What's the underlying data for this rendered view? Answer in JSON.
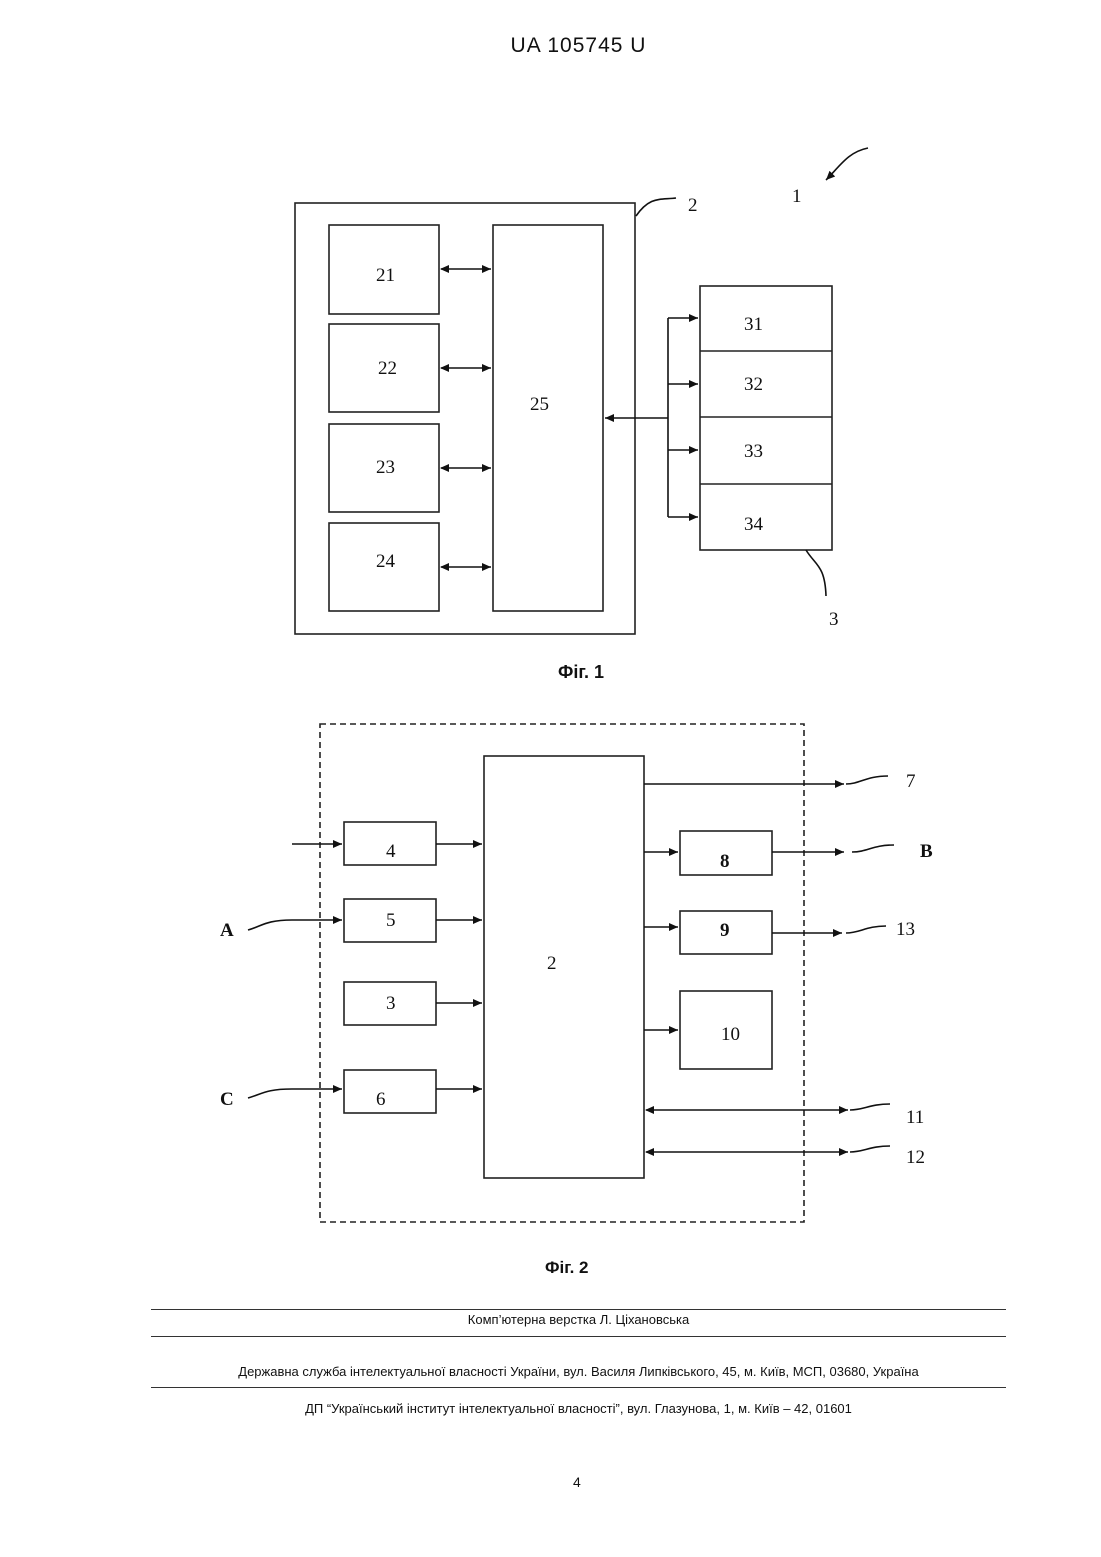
{
  "header": {
    "patent_number": "UA   105745   U"
  },
  "figure1": {
    "caption": "Фіг. 1",
    "labels": {
      "system": "1",
      "unit_2": "2",
      "unit_3": "3",
      "b21": "21",
      "b22": "22",
      "b23": "23",
      "b24": "24",
      "b25": "25",
      "b31": "31",
      "b32": "32",
      "b33": "33",
      "b34": "34"
    }
  },
  "figure2": {
    "caption": "Фіг. 2",
    "labels": {
      "b2": "2",
      "b3": "3",
      "b4": "4",
      "b5": "5",
      "b6": "6",
      "b8": "8",
      "b9": "9",
      "b10": "10",
      "out7": "7",
      "outB": "B",
      "out13": "13",
      "io11": "11",
      "io12": "12",
      "inA": "A",
      "inC": "C"
    }
  },
  "footer": {
    "layout_credit": "Комп’ютерна верстка Л. Ціхановська",
    "agency": "Державна служба інтелектуальної власності України, вул. Василя Липківського, 45, м. Київ, МСП, 03680, Україна",
    "institute": "ДП “Український інститут інтелектуальної власності”, вул. Глазунова, 1, м. Київ – 42, 01601"
  },
  "page_number": "4"
}
